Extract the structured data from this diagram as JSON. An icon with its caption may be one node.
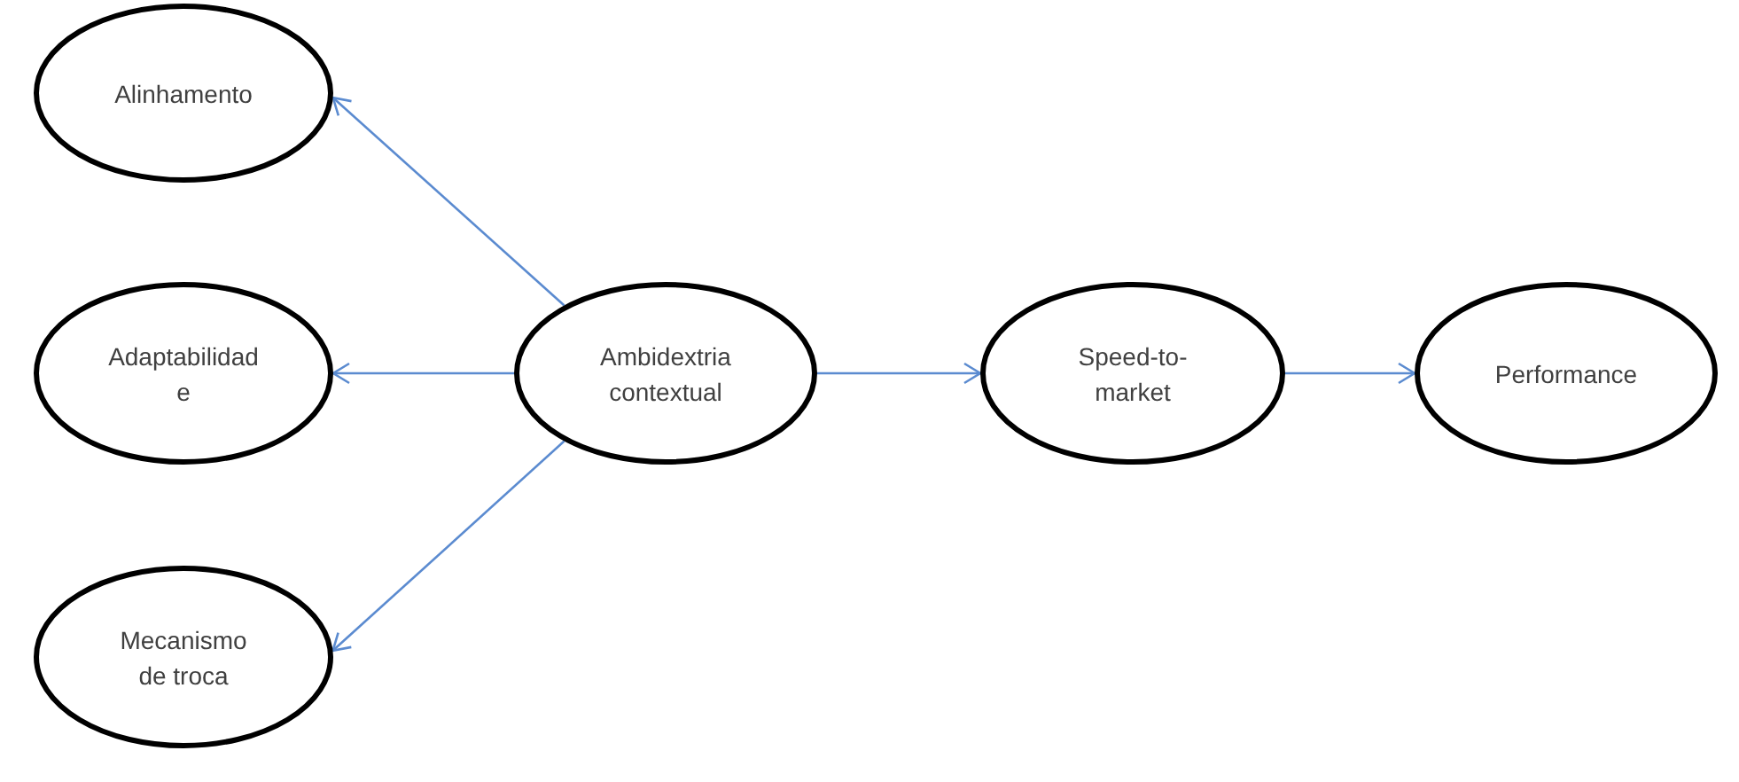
{
  "diagram": {
    "nodes": [
      {
        "text": [
          "Alinhamento"
        ]
      },
      {
        "text": [
          "Adaptabilidad e"
        ]
      },
      {
        "text": [
          "Ambidextria contextual"
        ]
      },
      {
        "text": [
          "Speed-to-market"
        ]
      },
      {
        "text": [
          "Performance"
        ]
      },
      {
        "text": [
          "Mecanismo de troca"
        ]
      }
    ],
    "edges": [
      {
        "from": 2,
        "to": 0,
        "arrow": "to"
      },
      {
        "from": 2,
        "to": 1,
        "arrow": "to"
      },
      {
        "from": 2,
        "to": 5,
        "arrow": "to"
      },
      {
        "from": 2,
        "to": 3,
        "arrow": "to"
      },
      {
        "from": 3,
        "to": 4,
        "arrow": "to"
      }
    ]
  }
}
